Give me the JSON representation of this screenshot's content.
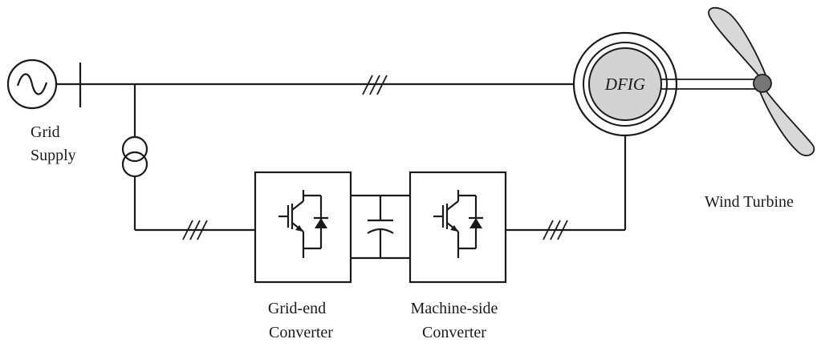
{
  "diagram": {
    "grid_label_line1": "Grid",
    "grid_label_line2": "Supply",
    "generator_label": "DFIG",
    "turbine_label": "Wind Turbine",
    "grid_converter_line1": "Grid-end",
    "grid_converter_line2": "Converter",
    "machine_converter_line1": "Machine-side",
    "machine_converter_line2": "Converter",
    "colors": {
      "line": "#1a1a1a",
      "generator_fill": "#d3d3d3",
      "blade_fill": "#d8d8d8",
      "hub_fill": "#777777"
    }
  }
}
